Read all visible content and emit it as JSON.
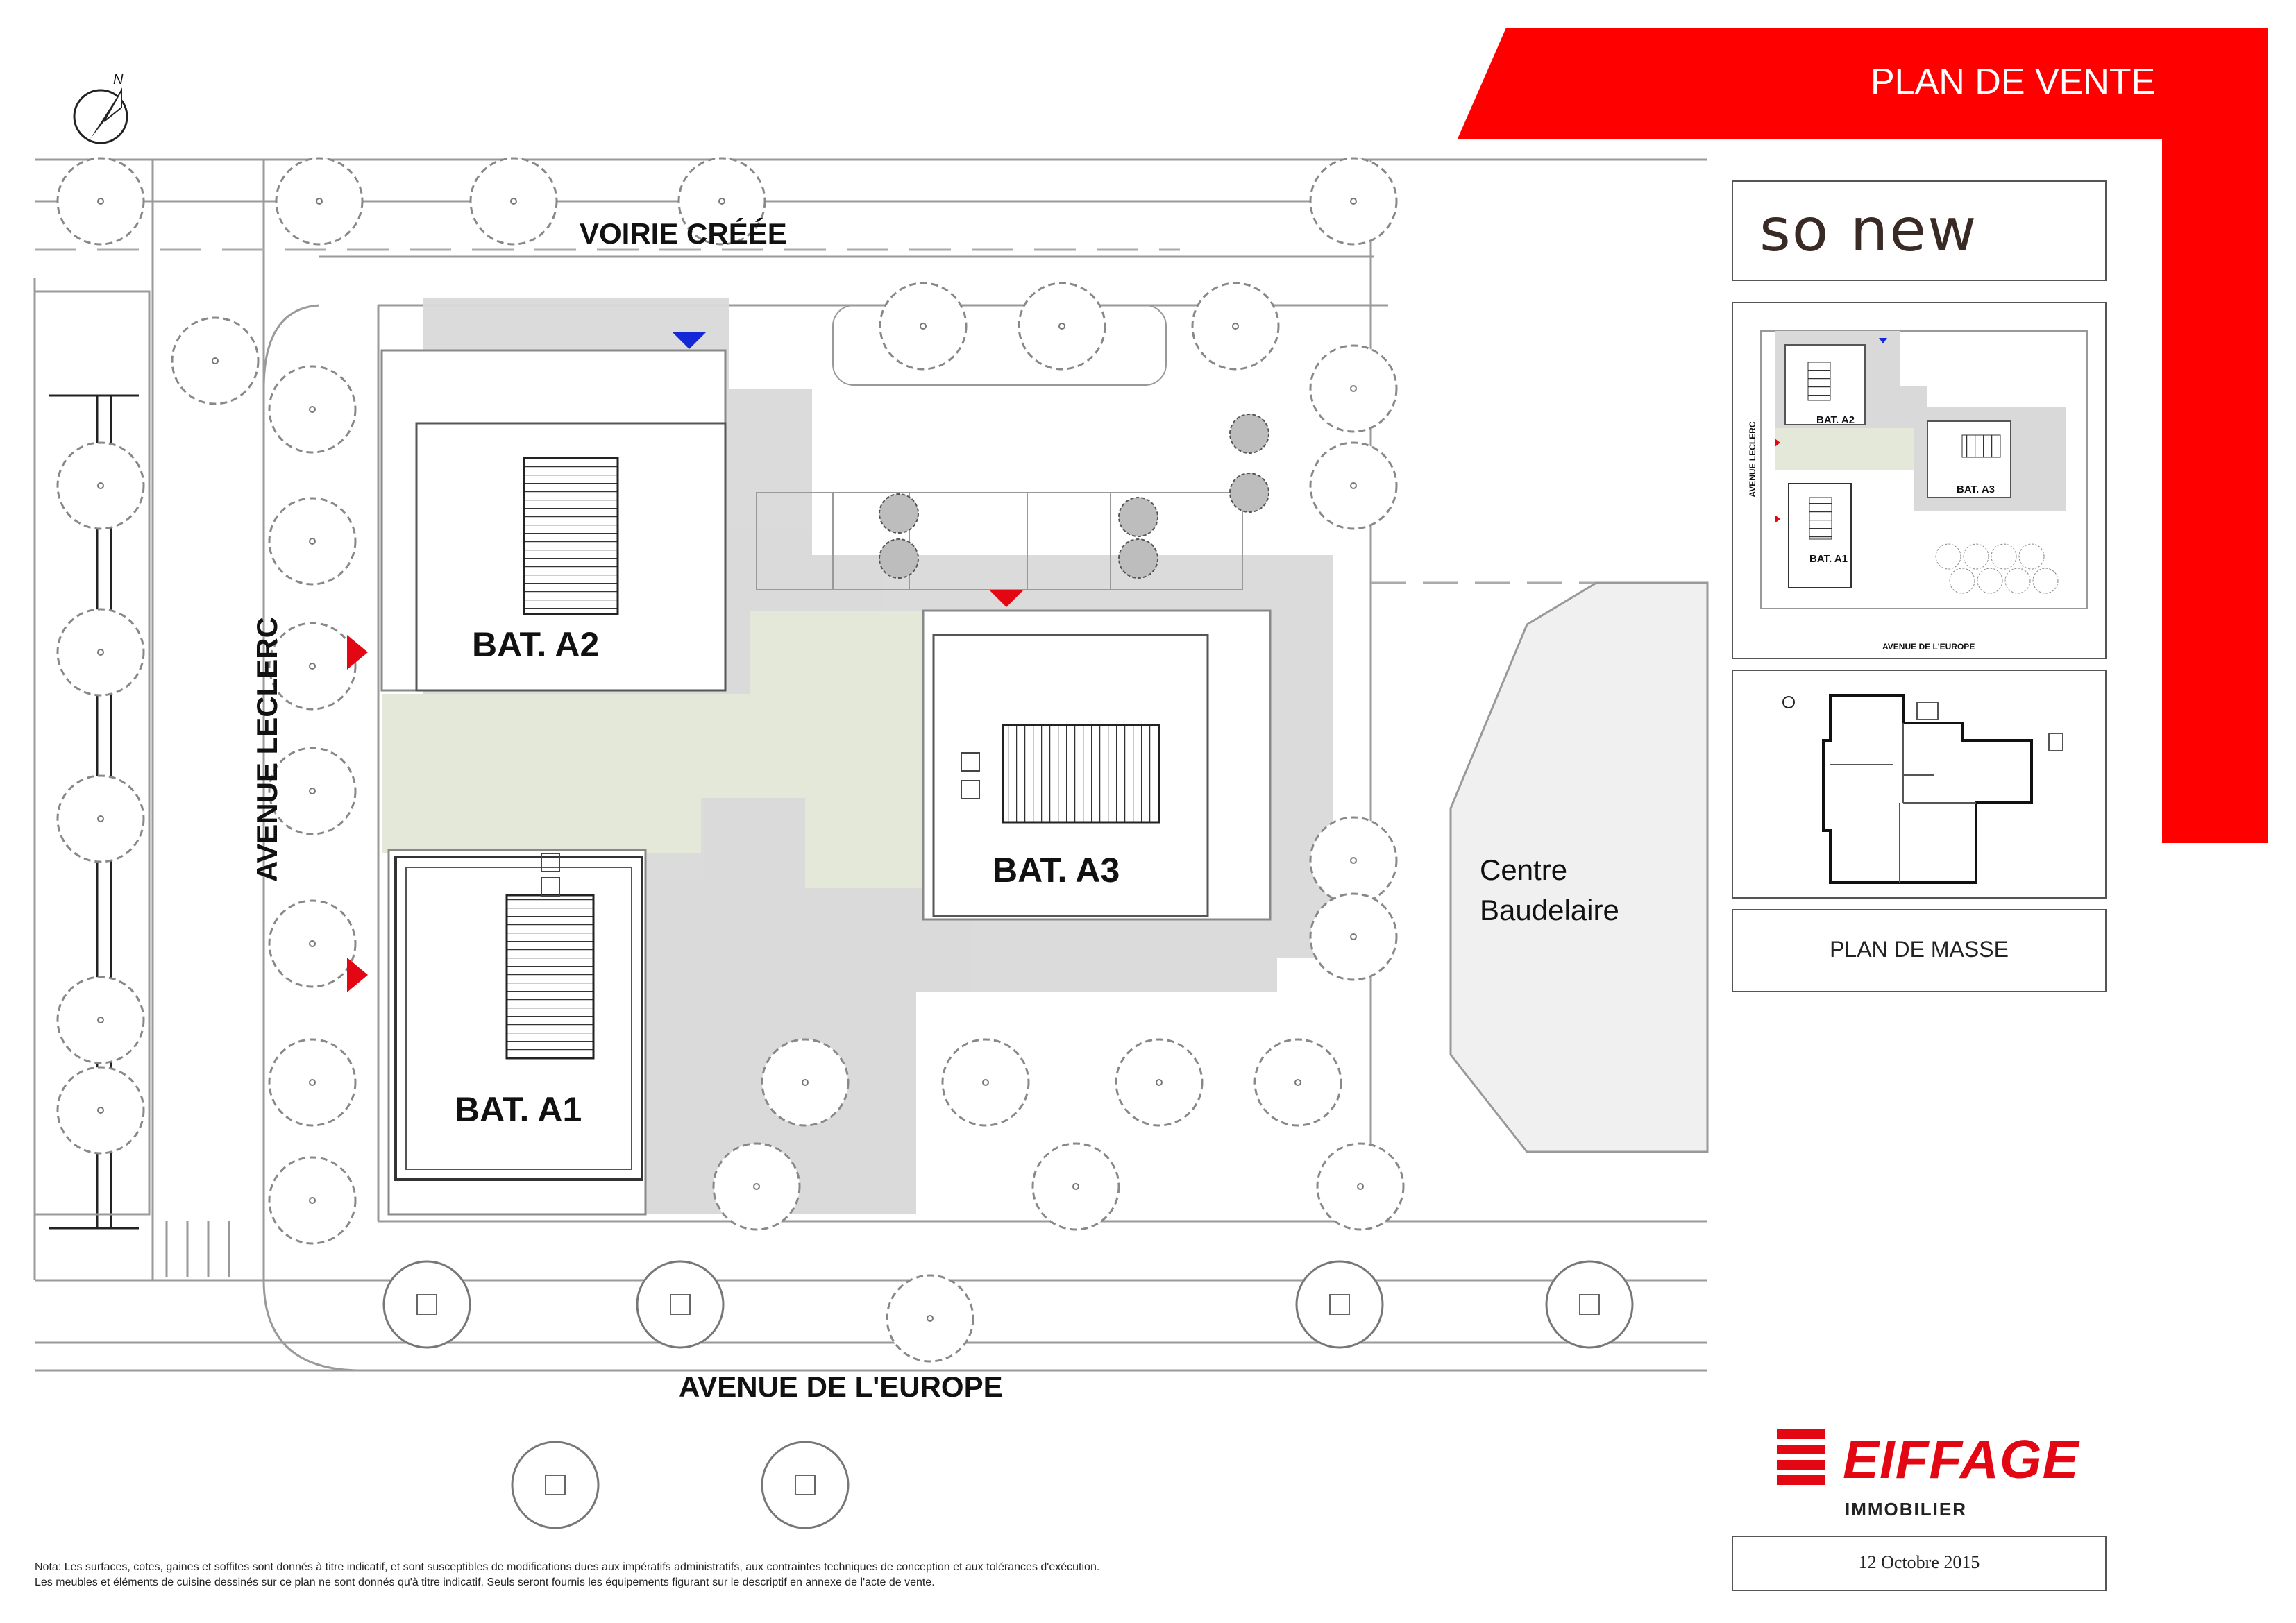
{
  "header": {
    "title": "PLAN DE VENTE",
    "accent_color": "#ff0000"
  },
  "brand": {
    "name": "so new",
    "logo_color": "#3a2a26",
    "mark_color": "#e30613"
  },
  "streets": {
    "north": "VOIRIE CRÉÉE",
    "west": "AVENUE LECLERC",
    "south": "AVENUE DE L'EUROPE"
  },
  "buildings": {
    "a1": "BAT. A1",
    "a2": "BAT. A2",
    "a3": "BAT. A3"
  },
  "neighbour": {
    "line1": "Centre",
    "line2": "Baudelaire"
  },
  "compass": {
    "north_label": "N",
    "icon": "compass-icon"
  },
  "mini_map": {
    "a1": "BAT. A1",
    "a2": "BAT. A2",
    "a3": "BAT. A3",
    "west_street": "AVENUE LECLERC",
    "south_street": "AVENUE DE L'EUROPE"
  },
  "panels": {
    "plan_label": "PLAN DE MASSE",
    "date": "12 Octobre 2015"
  },
  "developer": {
    "name": "EIFFAGE",
    "subtitle": "IMMOBILIER",
    "color": "#e30613"
  },
  "note": {
    "line1": "Nota: Les surfaces, cotes, gaines et soffites sont donnés à titre indicatif, et sont susceptibles de modifications dues aux impératifs administratifs, aux contraintes techniques de conception et aux tolérances d'exécution.",
    "line2": "Les meubles et éléments de cuisine dessinés sur ce plan ne sont donnés qu'à titre indicatif. Seuls seront fournis les équipements figurant sur le descriptif en annexe de l'acte de vente."
  },
  "legend_colors": {
    "entry_red": "#e30613",
    "entry_blue": "#1428d8",
    "garden": "#e3e8d8",
    "shadow": "#d9d9d9"
  }
}
